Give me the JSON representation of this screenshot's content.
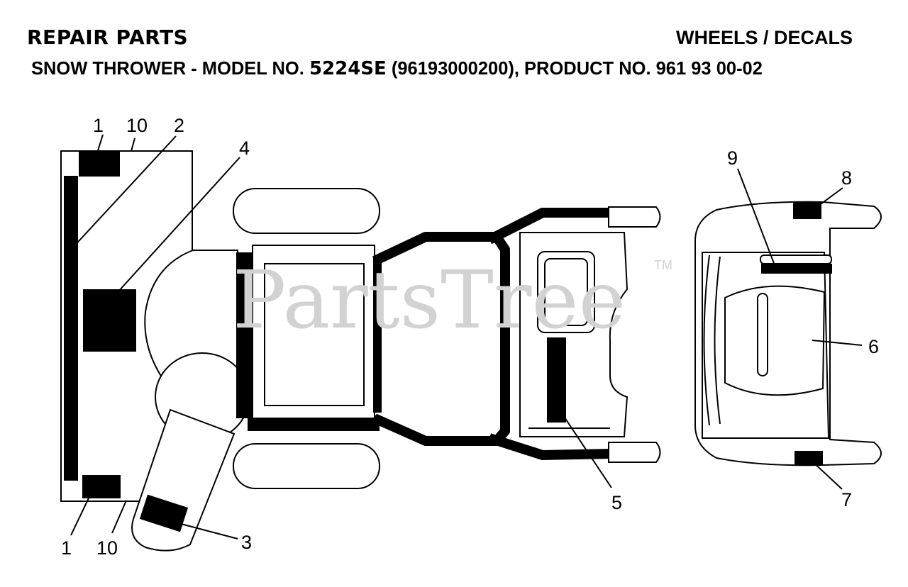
{
  "header": {
    "left_title": "REPAIR PARTS",
    "right_title": "WHEELS / DECALS",
    "subtitle_prefix": "SNOW THROWER - MODEL NO. ",
    "model": "5224SE",
    "subtitle_suffix": " (96193000200), PRODUCT NO. 961 93 00-02"
  },
  "watermark": {
    "text": "PartsTree",
    "trademark": "TM"
  },
  "callouts": [
    {
      "id": "c1-top",
      "label": "1"
    },
    {
      "id": "c10-top",
      "label": "10"
    },
    {
      "id": "c2",
      "label": "2"
    },
    {
      "id": "c4",
      "label": "4"
    },
    {
      "id": "c9",
      "label": "9"
    },
    {
      "id": "c8",
      "label": "8"
    },
    {
      "id": "c6",
      "label": "6"
    },
    {
      "id": "c5",
      "label": "5"
    },
    {
      "id": "c7",
      "label": "7"
    },
    {
      "id": "c3",
      "label": "3"
    },
    {
      "id": "c1-bottom",
      "label": "1"
    },
    {
      "id": "c10-bottom",
      "label": "10"
    }
  ]
}
